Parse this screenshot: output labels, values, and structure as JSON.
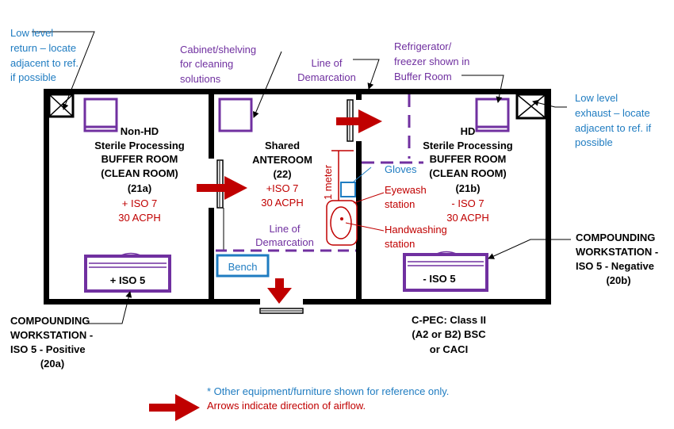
{
  "colors": {
    "wall": "#000000",
    "purple": "#7030a0",
    "red": "#c00000",
    "blue": "#1f7cc1",
    "arrow": "#c00000"
  },
  "notes": {
    "return_vent": [
      "Low level",
      "return – locate",
      "adjacent to ref.",
      "if possible"
    ],
    "cabinet": [
      "Cabinet/shelving",
      "for cleaning",
      "solutions"
    ],
    "line_top": [
      "Line of",
      "Demarcation"
    ],
    "refrigerator": [
      "Refrigerator/",
      "freezer shown in",
      "Buffer Room"
    ],
    "exhaust_vent": [
      "Low level",
      "exhaust – locate",
      "adjacent to ref. if",
      "possible"
    ]
  },
  "rooms": {
    "nonhd": {
      "name": [
        "Non-HD",
        "Sterile Processing",
        "BUFFER ROOM",
        "(CLEAN ROOM)",
        "(21a)"
      ],
      "iso": [
        "+ ISO 7",
        "30 ACPH"
      ],
      "workstation": "+ ISO 5"
    },
    "ante": {
      "name": [
        "Shared",
        "ANTEROOM",
        "(22)"
      ],
      "iso": [
        "+ISO 7",
        "30 ACPH"
      ],
      "bench": "Bench",
      "line": [
        "Line of",
        "Demarcation"
      ],
      "meter": "1 meter",
      "gloves": "Gloves",
      "eyewash": [
        "Eyewash",
        "station"
      ],
      "handwash": [
        "Handwashing",
        "station"
      ]
    },
    "hd": {
      "name": [
        "HD",
        "Sterile Processing",
        "BUFFER ROOM",
        "(CLEAN ROOM)",
        "(21b)"
      ],
      "iso": [
        "- ISO 7",
        "30 ACPH"
      ],
      "workstation": "- ISO 5"
    }
  },
  "callouts": {
    "positive": [
      "COMPOUNDING",
      "WORKSTATION -",
      "ISO 5 - Positive",
      "(20a)"
    ],
    "negative": [
      "COMPOUNDING",
      "WORKSTATION -",
      "ISO 5 - Negative",
      "(20b)"
    ],
    "cpec": [
      "C-PEC: Class II",
      "(A2 or B2) BSC",
      "or CACI"
    ]
  },
  "legend": {
    "note": "* Other equipment/furniture shown for reference only.",
    "arrows": "Arrows indicate direction of airflow."
  }
}
